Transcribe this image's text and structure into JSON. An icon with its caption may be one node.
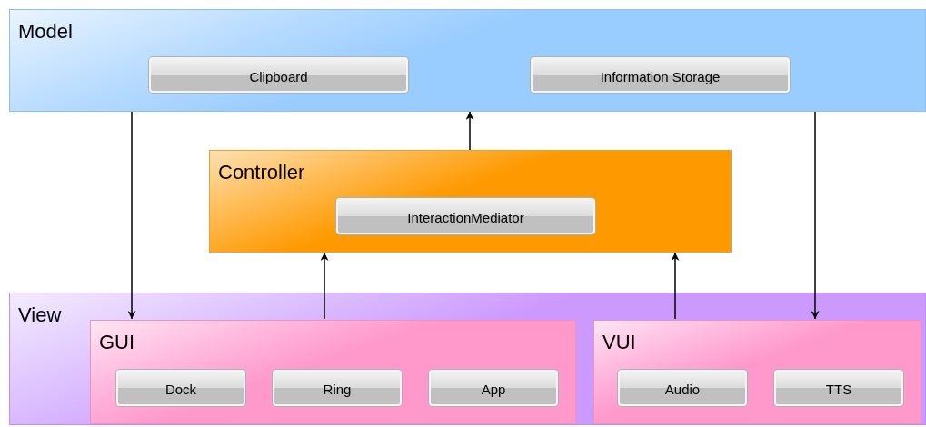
{
  "diagram": {
    "nodes": [
      {
        "text": [
          "Model"
        ]
      },
      {
        "text": [
          "Clipboard"
        ],
        "in": 0
      },
      {
        "text": [
          "Information Storage"
        ],
        "in": 0
      },
      {
        "text": [
          "Controller"
        ]
      },
      {
        "text": [
          "InteractionMediator"
        ],
        "in": 3
      },
      {
        "text": [
          "View"
        ]
      },
      {
        "text": [
          "GUI"
        ],
        "in": 5
      },
      {
        "text": [
          "Dock"
        ],
        "in": 6
      },
      {
        "text": [
          "Ring"
        ],
        "in": 6
      },
      {
        "text": [
          "App"
        ],
        "in": 6
      },
      {
        "text": [
          "VUI"
        ],
        "in": 5
      },
      {
        "text": [
          "Audio"
        ],
        "in": 10
      },
      {
        "text": [
          "TTS"
        ],
        "in": 10
      }
    ],
    "edges": [
      {
        "from": 0,
        "to": 6,
        "arrow": "to"
      },
      {
        "from": 3,
        "to": 0,
        "arrow": "to"
      },
      {
        "from": 6,
        "to": 3,
        "arrow": "to"
      },
      {
        "from": 10,
        "to": 3,
        "arrow": "to"
      },
      {
        "from": 0,
        "to": 10,
        "arrow": "to"
      }
    ]
  }
}
